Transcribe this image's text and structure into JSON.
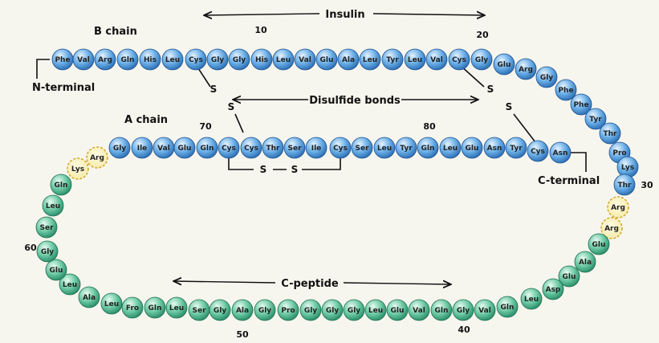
{
  "labels": {
    "insulin": "Insulin",
    "b_chain": "B chain",
    "a_chain": "A chain",
    "n_terminal": "N-terminal",
    "c_terminal": "C-terminal",
    "disulfide_bonds": "Disulfide bonds",
    "c_peptide": "C-peptide",
    "sulfur": "S"
  },
  "numbers": {
    "n10": "10",
    "n20": "20",
    "n30": "30",
    "n40": "40",
    "n50": "50",
    "n60": "60",
    "n70": "70",
    "n80": "80"
  },
  "colors": {
    "blue": "#6aaee6",
    "green": "#6cc9a4",
    "yellow": "#f6f0b0",
    "bg": "#f7f6ee"
  },
  "b_chain": [
    "Phe",
    "Val",
    "Arg",
    "Gln",
    "His",
    "Leu",
    "Cys",
    "Gly",
    "Gly",
    "His",
    "Leu",
    "Val",
    "Glu",
    "Ala",
    "Leu",
    "Tyr",
    "Leu",
    "Val",
    "Cys",
    "Gly",
    "Glu",
    "Arg",
    "Gly",
    "Phe",
    "Phe",
    "Tyr",
    "Thr",
    "Pro",
    "Lys",
    "Thr"
  ],
  "linker_right": [
    "Arg",
    "Arg"
  ],
  "c_peptide_residues": [
    "Glu",
    "Ala",
    "Glu",
    "Asp",
    "Leu",
    "Gln",
    "Val",
    "Gly",
    "Gln",
    "Val",
    "Glu",
    "Leu",
    "Gly",
    "Gly",
    "Gly",
    "Pro",
    "Gly",
    "Ala",
    "Gly",
    "Ser",
    "Leu",
    "Gln",
    "Fro",
    "Leu",
    "Ala",
    "Leu",
    "Glu",
    "Gly",
    "Ser",
    "Leu",
    "Gln"
  ],
  "linker_left": [
    "Lys",
    "Arg"
  ],
  "a_chain": [
    "Gly",
    "Ile",
    "Val",
    "Glu",
    "Gln",
    "Cys",
    "Cys",
    "Thr",
    "Ser",
    "Ile",
    "Cys",
    "Ser",
    "Leu",
    "Tyr",
    "Gln",
    "Leu",
    "Glu",
    "Asn",
    "Tyr",
    "Cys",
    "Asn"
  ]
}
